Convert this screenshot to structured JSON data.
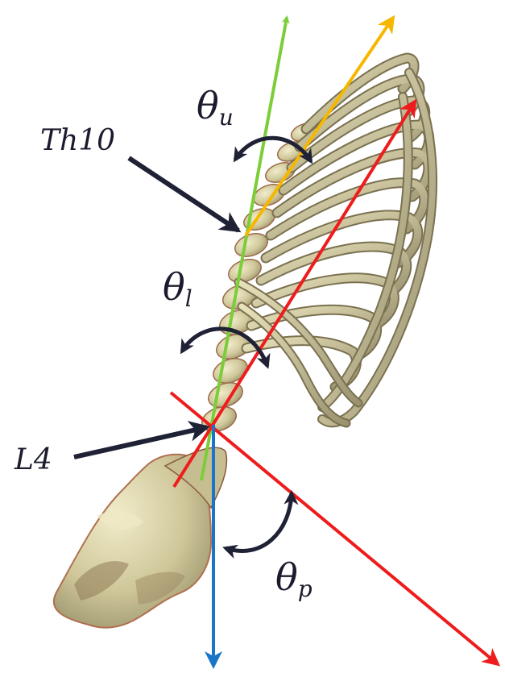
{
  "labels": {
    "th10": "Th10",
    "l4": "L4",
    "theta": "θ",
    "upper_sub": "u",
    "lower_sub": "l",
    "pelvis_sub": "p"
  },
  "colors": {
    "green_axis": "#7ccd3a",
    "orange_axis": "#f5b700",
    "red_axis": "#ee1c1c",
    "blue_axis": "#1a75c9",
    "pointer": "#1f2135",
    "bone_light": "#d9d3a8",
    "bone_mid": "#b9b184",
    "bone_dark": "#6f6a4a",
    "bone_edge": "#b0704f"
  },
  "icons": {
    "th10_pointer": "arrow-icon",
    "l4_pointer": "arrow-icon",
    "upper_angle_arc": "double-arrow-arc-icon",
    "lower_angle_arc": "double-arrow-arc-icon",
    "pelvic_angle_arc": "double-arrow-arc-icon"
  }
}
